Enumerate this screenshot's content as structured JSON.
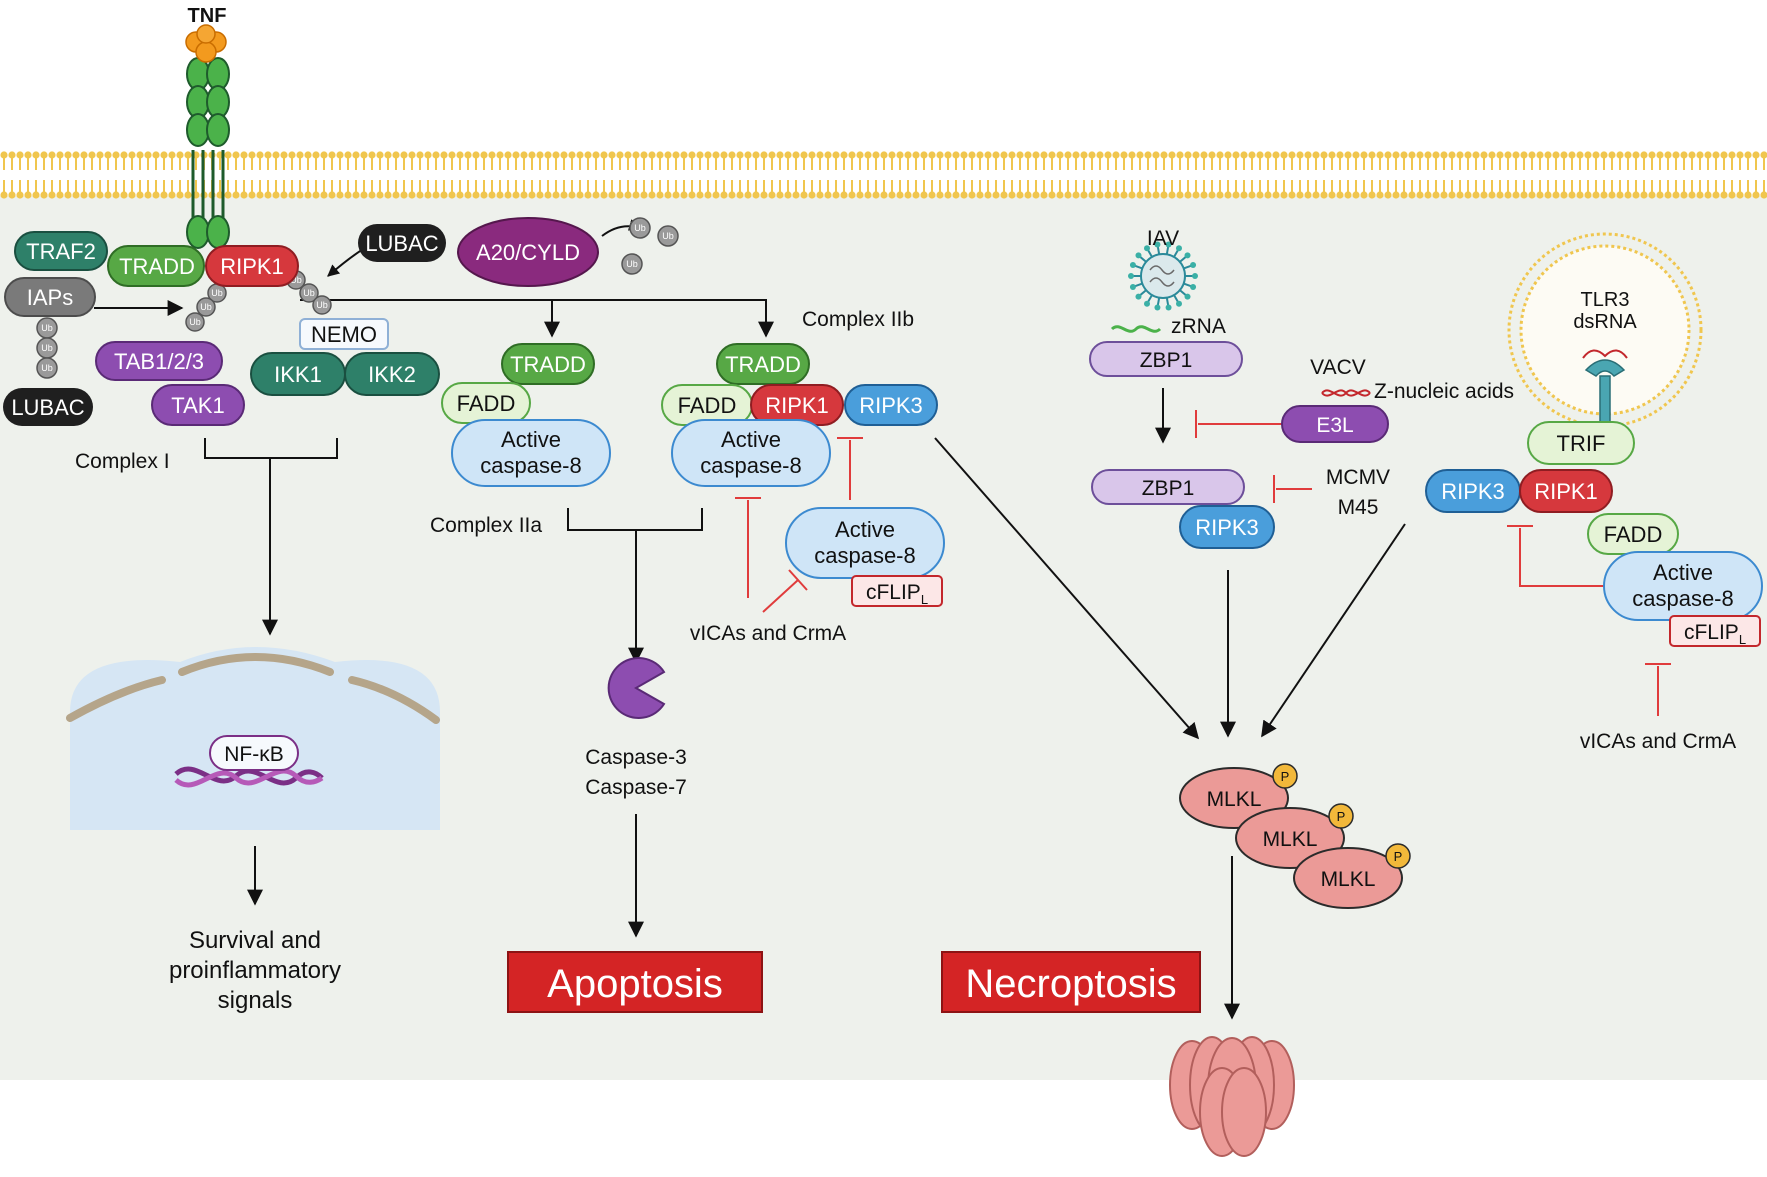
{
  "ligand": "TNF",
  "complex_labels": {
    "complex_i": "Complex I",
    "complex_iia": "Complex IIa",
    "complex_iib": "Complex IIb"
  },
  "proteins": {
    "traf2": "TRAF2",
    "iaps": "IAPs",
    "lubac": "LUBAC",
    "tradd": "TRADD",
    "ripk1": "RIPK1",
    "ripk3": "RIPK3",
    "tab123": "TAB1/2/3",
    "tak1": "TAK1",
    "nemo": "NEMO",
    "ikk1": "IKK1",
    "ikk2": "IKK2",
    "a20_cyld": "A20/CYLD",
    "fadd": "FADD",
    "active_caspase8": "Active caspase-8",
    "cflip": "cFLIP",
    "cflip_sub": "L",
    "zbp1": "ZBP1",
    "e3l": "E3L",
    "trif": "TRIF",
    "mlkl": "MLKL",
    "phospho": "P",
    "ub": "Ub",
    "nfkb": "NF-κB"
  },
  "viral": {
    "iav": "IAV",
    "zrna": "zRNA",
    "vacv": "VACV",
    "z_nucleic": "Z-nucleic acids",
    "mcmv": "MCMV",
    "m45": "M45",
    "tlr3": "TLR3",
    "dsrna": "dsRNA",
    "vicas_crma": "vICAs and CrmA"
  },
  "effectors": {
    "casp3": "Caspase-3",
    "casp7": "Caspase-7"
  },
  "outcomes": {
    "survival": [
      "Survival and",
      "proinflammatory",
      "signals"
    ],
    "apoptosis": "Apoptosis",
    "necroptosis": "Necroptosis"
  },
  "colors": {
    "membrane": "#f0c64e",
    "cytoplasm": "#eef1ec",
    "nucleus": "#d6e6f4",
    "tradd": "#57a845",
    "ripk1": "#d6383d",
    "ripk3": "#4a9edb",
    "teal": "#2e8069",
    "purple": "#8d4db0",
    "a20": "#8a2a7e",
    "black": "#1f1f1f",
    "fadd": "#e5f3d6",
    "caspase": "#cfe5f7",
    "zbp1": "#d9c6ea",
    "mlkl": "#eb9a97",
    "inhibit": "#e03c3c",
    "banner": "#d42425"
  }
}
